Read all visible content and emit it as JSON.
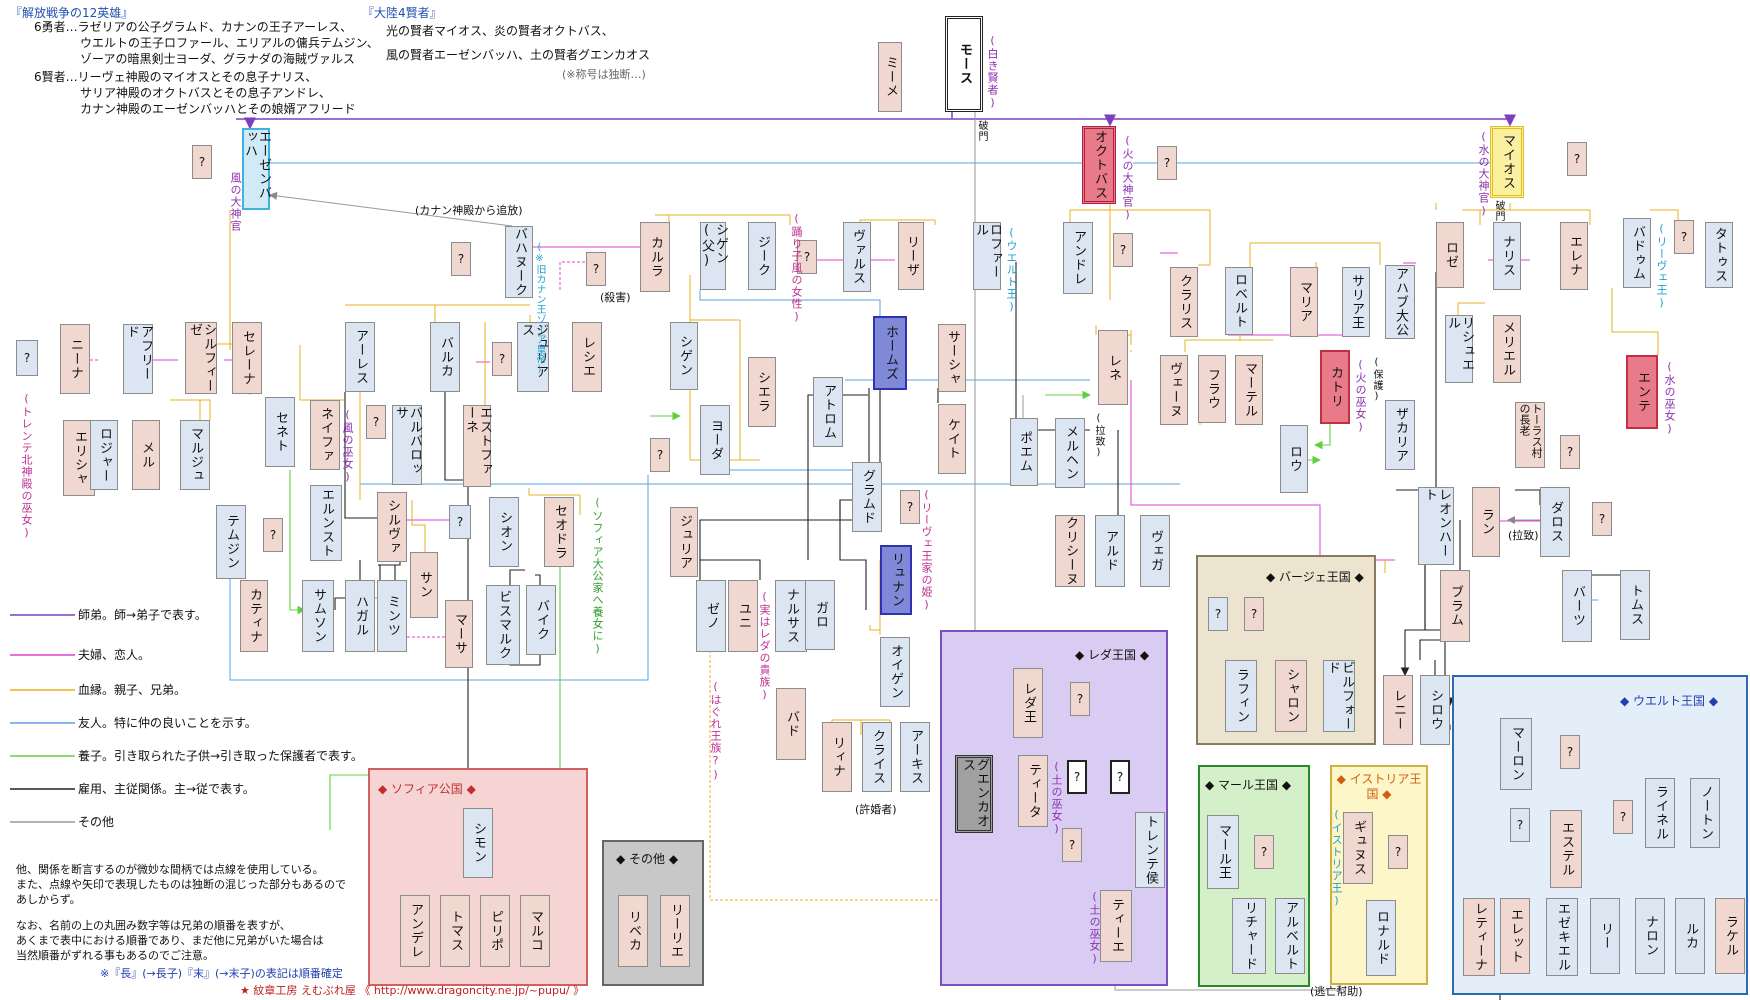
{
  "header": {
    "h1": "『解放戦争の12英雄』",
    "h2": "6勇者…ラゼリアの公子グラムド、カナンの王子アーレス、",
    "h3": "ウエルトの王子ロファール、エリアルの傭兵テムジン、",
    "h4": "ゾーアの暗黒剣士ヨーダ、グラナダの海賊ヴァルス",
    "h5": "6賢者…リーヴェ神殿のマイオスとその息子ナリス、",
    "h6": "サリア神殿のオクトバスとその息子アンドレ、",
    "h7": "カナン神殿のエーゼンバッハとその娘婿アフリード",
    "s1": "『大陸4賢者』",
    "s2": "光の賢者マイオス、炎の賢者オクトバス、",
    "s3": "風の賢者エーゼンバッハ、土の賢者グエンカオス",
    "s4": "(※称号は独断…)"
  },
  "nodes": {
    "moses": "モース",
    "mime": "ミーメ",
    "ezen": "エーゼンバッハ",
    "okto": "オクトバス",
    "maios": "マイオス",
    "q1": "?",
    "q2": "?",
    "q3": "?",
    "q4": "?",
    "q5": "?",
    "q6": "?",
    "q7": "?",
    "q8": "?",
    "q9": "?",
    "q10": "?",
    "q11": "?",
    "q12": "?",
    "q13": "?",
    "q14": "?",
    "q15": "?",
    "q16": "?",
    "q17": "?",
    "q18": "?",
    "q19": "?",
    "q20": "?",
    "q21": "?",
    "q22": "?",
    "q23": "?",
    "bahanuk": "バハヌーク",
    "karla": "カルラ",
    "shigen": "シゲン(父)",
    "jiku": "ジーク",
    "varus": "ヴァルス",
    "riza": "リーザ",
    "rofar": "ロファール",
    "andore": "アンドレ",
    "rose": "ロゼ",
    "naris": "ナリス",
    "elena": "エレナ",
    "badoum": "バドゥム",
    "tatous": "タトゥス",
    "nina": "ニーナ",
    "afrid": "アフリード",
    "sylfize": "シルフィーゼ",
    "selena": "セレーナ",
    "ares": "アーレス",
    "baruka": "バルカ",
    "julius": "ジュリアス",
    "reshie": "レシエ",
    "shigen2": "シゲン",
    "homs": "ホームズ",
    "sasha": "サーシャ",
    "krris": "クラリス",
    "robert": "ロベルト",
    "maria": "マリア",
    "saria": "サリア王",
    "ahab": "アハブ大公",
    "rishuel": "リシュエル",
    "meriel": "メリエル",
    "ente": "エンテ",
    "elisha": "エリシャ",
    "roger": "ロジャー",
    "mel": "メル",
    "marju": "マルジュ",
    "senet": "セネト",
    "neifa": "ネイファ",
    "barbarossa": "バルバロッサ",
    "estafane": "エストファーネ",
    "shiera": "シエラ",
    "yoda": "ヨーダ",
    "atom": "アトロム",
    "keith": "ケイト",
    "rene": "レネ",
    "poem": "ポエム",
    "merhen": "メルヘン",
    "vena": "ヴェーヌ",
    "frau": "フラウ",
    "martel": "マーテル",
    "katri": "カトリ",
    "row": "ロウ",
    "zakaria": "ザカリア",
    "elder": "トーラス村の長老",
    "temjin": "テムジン",
    "ernst": "エルンスト",
    "silvia": "シルヴァ",
    "shion": "シオン",
    "theodora": "セオドラ",
    "julia": "ジュリア",
    "gramd": "グラムド",
    "leonhart": "レオンハート",
    "ran": "ラン",
    "daros": "ダロス",
    "katina": "カティナ",
    "samson": "サムソン",
    "hagal": "ハガル",
    "mintsu": "ミンツ",
    "san": "サン",
    "masa": "マーサ",
    "bismark": "ビスマルク",
    "baiku": "バイク",
    "zeno": "ゼノ",
    "yuni": "ユニ",
    "narsas": "ナルサス",
    "garo": "ガロ",
    "runan": "リュナン",
    "krishna": "クリシーヌ",
    "ald": "アルド",
    "vega": "ヴェガ",
    "buram": "ブラム",
    "bartz": "バーツ",
    "thomas2": "トムス",
    "bad": "バド",
    "oigen": "オイゲン",
    "rina": "リィナ",
    "kraisu": "クライス",
    "arkis": "アーキス",
    "shimon": "シモン",
    "andore2": "アンデレ",
    "thomas": "トマス",
    "piripo": "ピリポ",
    "marco": "マルコ",
    "riveka": "リベカ",
    "ririe": "リーリエ",
    "reda": "レダ王",
    "tita": "ティータ",
    "guenkaos": "グエンカオス",
    "trente": "トレンテ侯",
    "tie": "ティーエ",
    "raffin": "ラフィン",
    "sharon": "シャロン",
    "bilford": "ビルフォード",
    "rene2": "レニー",
    "shirow": "シロウ",
    "maaru": "マール王",
    "richard": "リチャード",
    "albert": "アルベルト",
    "gyusu": "ギュヌス",
    "ronald": "ロナルド",
    "maron": "マーロン",
    "rainel": "ライネル",
    "norton": "ノートン",
    "estel": "エステル",
    "retina": "レティーナ",
    "eret": "エレット",
    "ezekiel": "エゼキエル",
    "rii": "リー",
    "naron": "ナロン",
    "ruka": "ルカ",
    "rakel": "ラケル"
  },
  "labels": {
    "v1": "(白き賢者)",
    "v2": "風の大神官",
    "v3": "(火の大神官)",
    "v4": "(水の大神官)",
    "v5": "(ウエルト王)",
    "v6": "(踊り子風の女性)",
    "v7": "(※旧カナン王ゾーア皇帝)",
    "v8": "(トレンテ北神殿の巫女)",
    "v9": "(風の巫女)",
    "v10": "(ソフィア大公家へ養女に)",
    "v11": "(火の巫女)",
    "v12": "(リーヴェ王家の姫)",
    "v13": "(実はレダの貴族)",
    "v14": "(はぐれ王族?)",
    "v15": "(土の巫女)",
    "v16": "(土の巫女)",
    "v17": "(水の巫女)",
    "v18": "(リーヴェ王)",
    "v19": "(イストリア王)",
    "v20": "(保護)",
    "v21": "(拉致)",
    "v22": "破門",
    "v23": "破門",
    "h_exile": "(カナン神殿から追放)",
    "h_murder": "(殺害)",
    "h_kidnap": "(拉致)",
    "h_engaged": "(許婚者)",
    "h_escape": "(逃亡幇助)"
  },
  "regions": {
    "reda": "◆ レダ王国 ◆",
    "baje": "◆ バージェ王国 ◆",
    "weld": "◆ ウエルト王国 ◆",
    "marl": "◆ マール王国 ◆",
    "istoria": "◆ イストリア王国 ◆",
    "sofia": "◆ ソフィア公国 ◆",
    "other": "◆ その他 ◆"
  },
  "legend": {
    "l1": "師弟。師→弟子で表す。",
    "l2": "夫婦、恋人。",
    "l3": "血縁。親子、兄弟。",
    "l4": "友人。特に仲の良いことを示す。",
    "l5": "養子。引き取られた子供→引き取った保護者で表す。",
    "l6": "雇用、主従関係。主→従で表す。",
    "l7": "その他"
  },
  "notes": {
    "n1": "他、関係を断言するのが微妙な間柄では点線を使用している。",
    "n2": "また、点線や矢印で表現したものは独断の混じった部分もあるので",
    "n3": "あしからず。",
    "n4": "なお、名前の上の丸囲み数字等は兄弟の順番を表すが、",
    "n5": "あくまで表中における順番であり、まだ他に兄弟がいた場合は",
    "n6": "当然順番がずれる事もあるのでご注意。",
    "n7": "※『長』(→長子)『末』(→末子)の表記は順番確定",
    "credit": "★ 紋章工房 えむぶれ屋 《 http://www.dragoncity.ne.jp/~pupu/ 》"
  },
  "colors": {
    "master": "#7b3fc0",
    "spouse": "#e040d0",
    "blood": "#e8b020",
    "friend": "#5aa0e0",
    "adopt": "#60d040",
    "employ": "#222222",
    "other": "#999999"
  }
}
